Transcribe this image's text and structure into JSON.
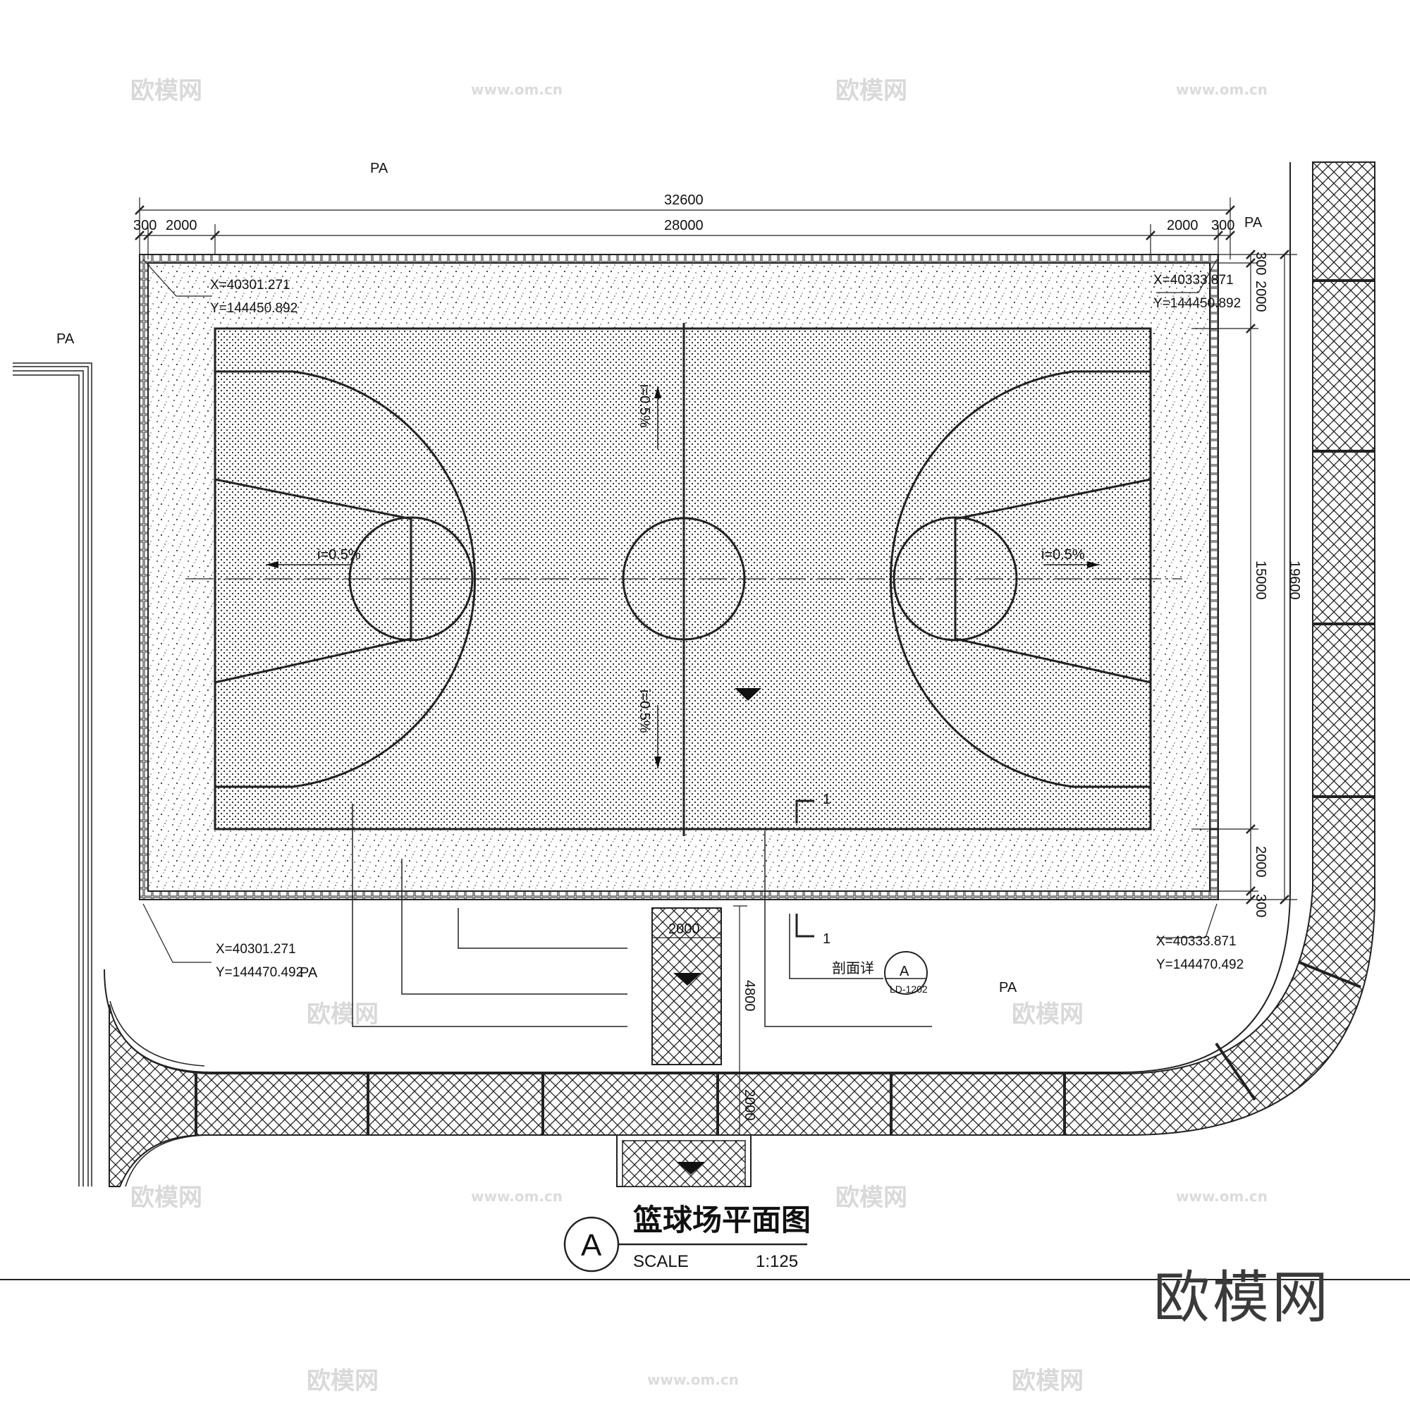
{
  "drawing": {
    "title": "篮球场平面图",
    "index_letter": "A",
    "scale_label": "SCALE",
    "scale_value": "1:125",
    "logo": "欧模网"
  },
  "dimensions": {
    "overall_width": "32600",
    "court_length": "28000",
    "margin_300": "300",
    "margin_2000": "2000",
    "court_width": "15000",
    "overall_depth": "19600",
    "entry_width": "2000",
    "entry_length": "4800",
    "path_width": "2000"
  },
  "coordinates": {
    "top_left": [
      "X=40301.271",
      "Y=144450.892"
    ],
    "top_right": [
      "X=40333.871",
      "Y=144450.892"
    ],
    "bottom_left": [
      "X=40301.271",
      "Y=144470.492"
    ],
    "bottom_right": [
      "X=40333.871",
      "Y=144470.492"
    ]
  },
  "labels": {
    "pa": "PA",
    "slope": "i=0.5%",
    "cross_slope": "i=0.5%",
    "section_no": "1",
    "section_detail": "剖面详",
    "detail_letter": "A",
    "detail_ref": "LD-1202"
  },
  "watermarks": {
    "brand": "欧模网",
    "url": "www.om.cn"
  }
}
